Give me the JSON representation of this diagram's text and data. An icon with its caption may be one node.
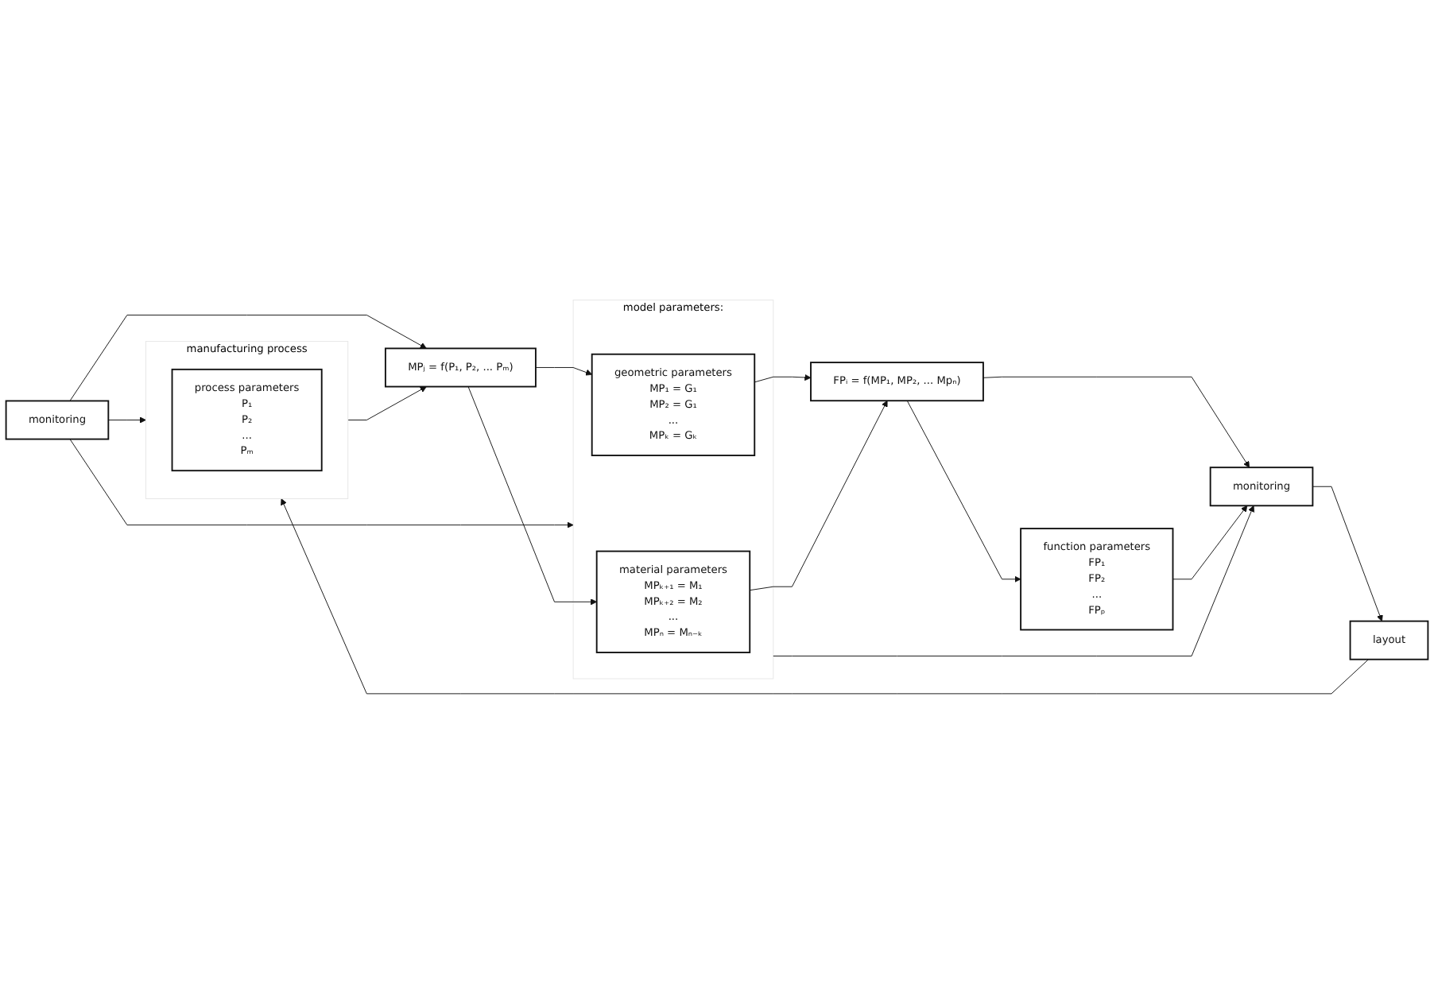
{
  "diagram": {
    "nodes": [
      {
        "text": [
          "monitoring"
        ]
      },
      {
        "text": [
          "manufacturing process"
        ]
      },
      {
        "text": [
          "process parameters",
          "P₁",
          "P₂",
          "...",
          "Pₘ"
        ],
        "in": 1
      },
      {
        "text": [
          "MPⱼ = f(P₁, P₂, ... Pₘ)"
        ]
      },
      {
        "text": [
          "model parameters:"
        ]
      },
      {
        "text": [
          "geometric parameters",
          "MP₁ = G₁",
          "MP₂ = G₁",
          "...",
          "MPₖ = Gₖ"
        ],
        "in": 4
      },
      {
        "text": [
          "material parameters",
          "MPₖ₊₁ = M₁",
          "MPₖ₊₂ = M₂",
          "...",
          "MPₙ = Mₙ₋ₖ"
        ],
        "in": 4
      },
      {
        "text": [
          "FPᵢ = f(MP₁, MP₂, ... Mpₙ)"
        ]
      },
      {
        "text": [
          "function parameters",
          "FP₁",
          "FP₂",
          "...",
          "FPₚ"
        ]
      },
      {
        "text": [
          "layout"
        ]
      },
      {
        "text": [
          "monitoring"
        ]
      }
    ],
    "edges": [
      {
        "from": 0,
        "to": 1,
        "arrow": "to"
      },
      {
        "from": 0,
        "to": 3,
        "arrow": "to"
      },
      {
        "from": 0,
        "to": 4,
        "arrow": "to"
      },
      {
        "from": 1,
        "to": 3,
        "arrow": "to"
      },
      {
        "from": 3,
        "to": 5,
        "arrow": "to"
      },
      {
        "from": 3,
        "to": 6,
        "arrow": "to"
      },
      {
        "from": 5,
        "to": 7,
        "arrow": "to"
      },
      {
        "from": 6,
        "to": 7,
        "arrow": "to"
      },
      {
        "from": 7,
        "to": 8,
        "arrow": "to"
      },
      {
        "from": 4,
        "to": 10,
        "arrow": "to"
      },
      {
        "from": 7,
        "to": 10,
        "arrow": "to"
      },
      {
        "from": 8,
        "to": 10,
        "arrow": "to"
      },
      {
        "from": 10,
        "to": 9,
        "arrow": "to"
      },
      {
        "from": 9,
        "to": 1,
        "arrow": "to"
      }
    ]
  }
}
